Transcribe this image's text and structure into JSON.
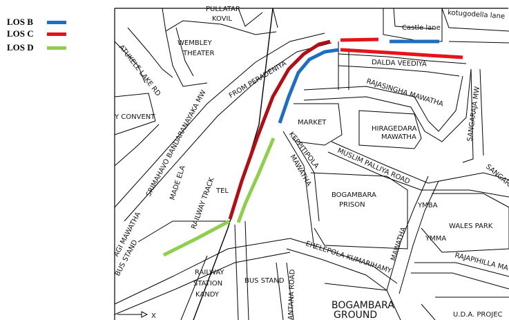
{
  "legend": [
    {
      "label": "LOS B",
      "color": "#1f6fc1"
    },
    {
      "label": "LOS C",
      "color": "#e4141b"
    },
    {
      "label": "LOS D",
      "color": "#8fcf4e"
    }
  ],
  "route_colors": {
    "los_c_dark": "#b01015"
  },
  "labels": {
    "pullatar": "PULLATAR",
    "kovil": "KOVIL",
    "wembley": "WEMBLEY",
    "theater": "THEATER",
    "katukele": "ATUKELE LAKE RD",
    "convent": "Y CONVENT",
    "srimahavo": "SRIMAHAVO BANDARANAYAKA MW",
    "from_peradeniya": "FROM PERADENIYA",
    "made_ela": "MADE ELA",
    "railway_track": "RAILWAY TRACK",
    "tel": "TEL",
    "agi_mawatha": "AGI MAWATHA",
    "bus_stand_left": "BUS STAND",
    "railway_station": "RAILWAY",
    "station": "STATION",
    "kandy": "KANDY",
    "bus_stand": "BUS STAND",
    "antana_road": "ANTANA ROAD",
    "bogambara_ground_1": "BOGAMBARA",
    "bogambara_ground_2": "GROUND",
    "market": "MARKET",
    "keppitipola": "KEPPITIPOLA",
    "mawatha_1": "MAWATHA",
    "muslim_palliya": "MUSLIM PALLIYA ROAD",
    "bogambara_prison_1": "BOGAMBARA",
    "bogambara_prison_2": "PRISON",
    "ehelepola": "EHELEPOLA KUMARIHAMY",
    "mawatha_2": "MAWATHA",
    "rajasingha": "RAJASINGHA MAWATHA",
    "hiragedara_1": "HIRAGEDARA",
    "hiragedara_2": "MAWATHA",
    "dalda": "DALDA VEEDIYA",
    "castle_lane": "Castle lane",
    "kotugodella": "kotugodella lane",
    "sangaraja": "SANGARAJA MW",
    "sangaraja_2": "SANGARA",
    "ymba": "YMBA",
    "ymma": "YMMA",
    "wales_park": "WALES PARK",
    "rajapihilla": "RAJAPIHILLA MA",
    "uda": "U.D.A. PROJEC",
    "x_axis": "X"
  }
}
